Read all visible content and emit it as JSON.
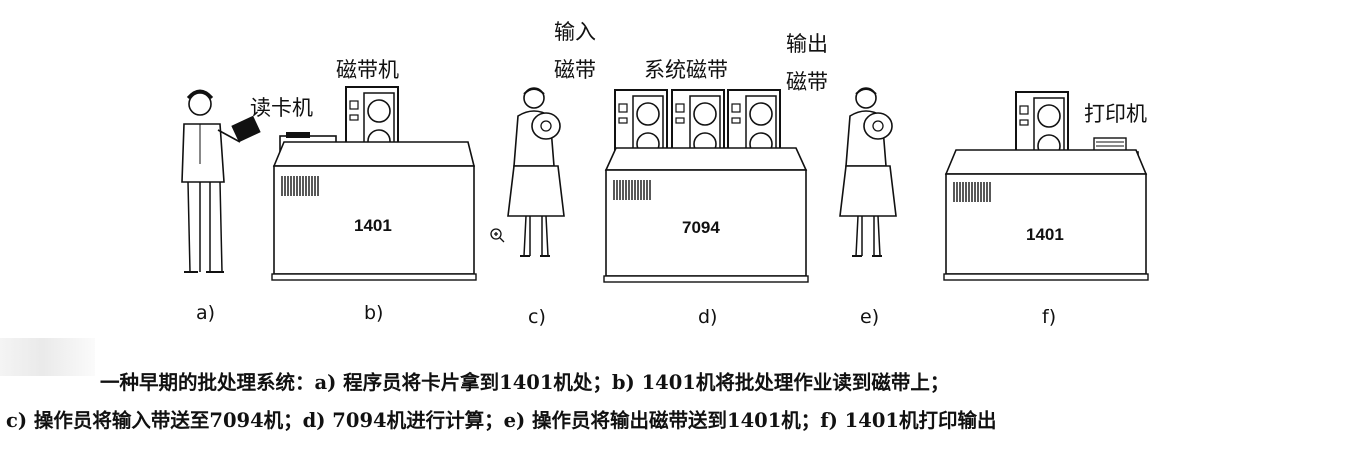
{
  "labels": {
    "card_reader": "读卡机",
    "tape_drive": "磁带机",
    "input_tape_line1": "输入",
    "input_tape_line2": "磁带",
    "system_tape": "系统磁带",
    "output_tape_line1": "输出",
    "output_tape_line2": "磁带",
    "printer": "打印机"
  },
  "machines": {
    "left": "1401",
    "middle": "7094",
    "right": "1401"
  },
  "sublabels": [
    "a)",
    "b)",
    "c)",
    "d)",
    "e)",
    "f)"
  ],
  "caption": {
    "line1": "一种早期的批处理系统：a) 程序员将卡片拿到1401机处；b) 1401机将批处理作业读到磁带上；",
    "line2": "c) 操作员将输入带送至7094机；d) 7094机进行计算；e) 操作员将输出磁带送到1401机；f) 1401机打印输出"
  }
}
